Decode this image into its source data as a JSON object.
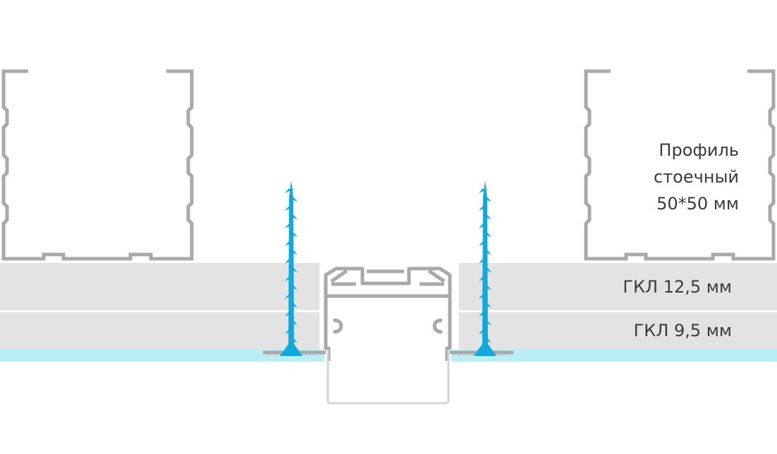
{
  "labels": {
    "profile_line1": "Профиль",
    "profile_line2": "стоечный",
    "profile_line3": "50*50 мм",
    "gkl_top": "ГКЛ 12,5 мм",
    "gkl_bottom": "ГКЛ 9,5 мм"
  },
  "colors": {
    "board": "#e3e3e3",
    "putty": "#b9eef4",
    "profile_stroke": "#a9a9a9",
    "screw": "#12a7dd",
    "text": "#3a3a3a"
  },
  "icons": [
    "screw-icon-left",
    "screw-icon-right"
  ]
}
